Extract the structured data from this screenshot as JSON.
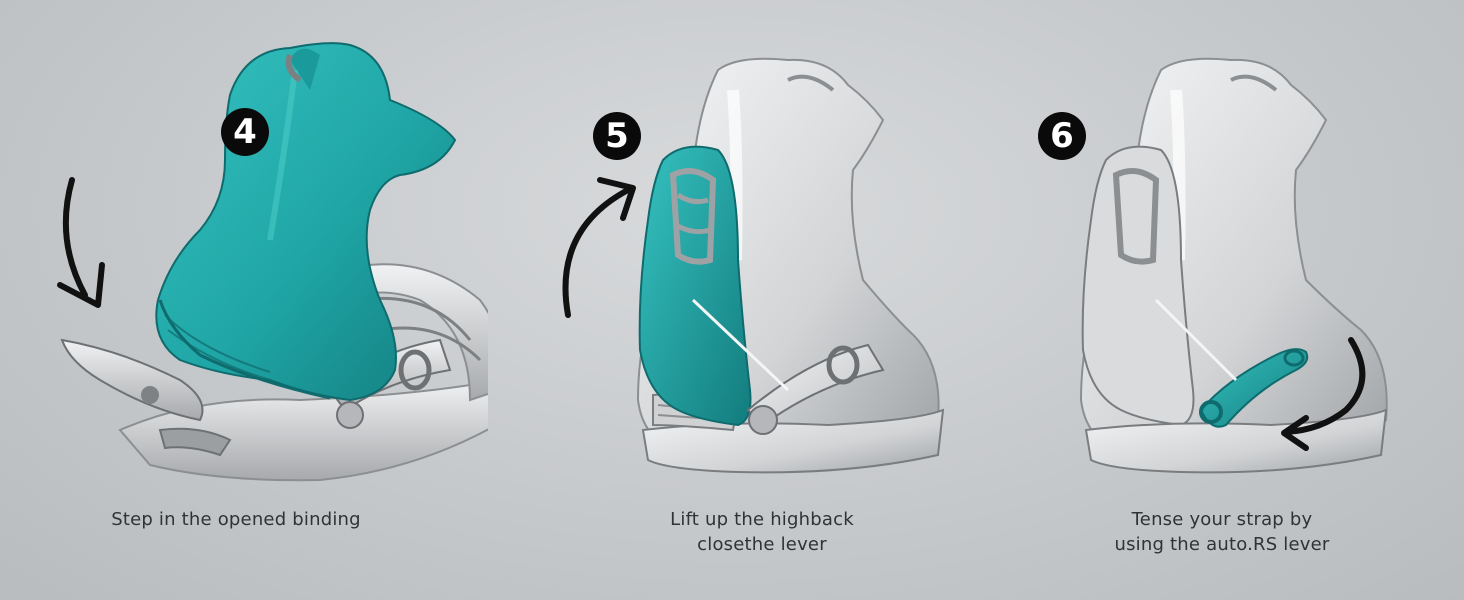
{
  "steps": [
    {
      "number": "4",
      "caption_lines": [
        "Step in the opened binding"
      ],
      "highlight_part": "boot",
      "arrow": "curved-down-arrow"
    },
    {
      "number": "5",
      "caption_lines": [
        "Lift up the highback",
        "closethe lever"
      ],
      "highlight_part": "highback",
      "arrow": "curved-up-arrow"
    },
    {
      "number": "6",
      "caption_lines": [
        "Tense your strap by",
        "using the auto.RS lever"
      ],
      "highlight_part": "auto.RS lever",
      "arrow": "curved-sweep-arrow"
    }
  ],
  "colors": {
    "background": "#c6c9cc",
    "teal": "#1fa5a5",
    "teal_dark": "#137c7e",
    "grey_part": "#dcdddf",
    "grey_shade": "#a7a9ac",
    "badge": "#0a0a0a",
    "text": "#2f3336",
    "arrow": "#111111"
  }
}
